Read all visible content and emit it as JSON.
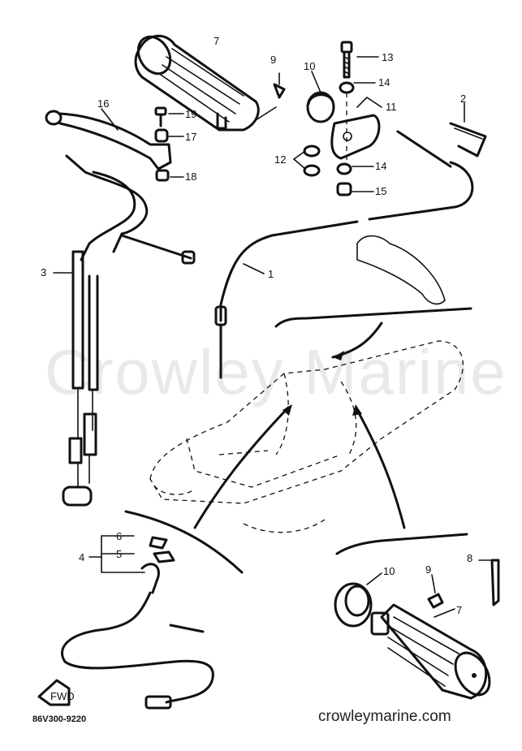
{
  "watermark": "Crowley Marine",
  "footer": {
    "diagram_code": "86V300-9220",
    "website": "crowleymarine.com"
  },
  "front_arrow_label": "FWD",
  "parts": [
    {
      "id": "p1",
      "label": "1"
    },
    {
      "id": "p2",
      "label": "2"
    },
    {
      "id": "p3",
      "label": "3"
    },
    {
      "id": "p4",
      "label": "4"
    },
    {
      "id": "p5",
      "label": "5"
    },
    {
      "id": "p6",
      "label": "6"
    },
    {
      "id": "p7a",
      "label": "7"
    },
    {
      "id": "p7b",
      "label": "7"
    },
    {
      "id": "p8",
      "label": "8"
    },
    {
      "id": "p9a",
      "label": "9"
    },
    {
      "id": "p9b",
      "label": "9"
    },
    {
      "id": "p10a",
      "label": "10"
    },
    {
      "id": "p10b",
      "label": "10"
    },
    {
      "id": "p11",
      "label": "11"
    },
    {
      "id": "p12",
      "label": "12"
    },
    {
      "id": "p13",
      "label": "13"
    },
    {
      "id": "p14a",
      "label": "14"
    },
    {
      "id": "p14b",
      "label": "14"
    },
    {
      "id": "p15",
      "label": "15"
    },
    {
      "id": "p16",
      "label": "16"
    },
    {
      "id": "p17",
      "label": "17"
    },
    {
      "id": "p18",
      "label": "18"
    },
    {
      "id": "p19",
      "label": "19"
    }
  ]
}
